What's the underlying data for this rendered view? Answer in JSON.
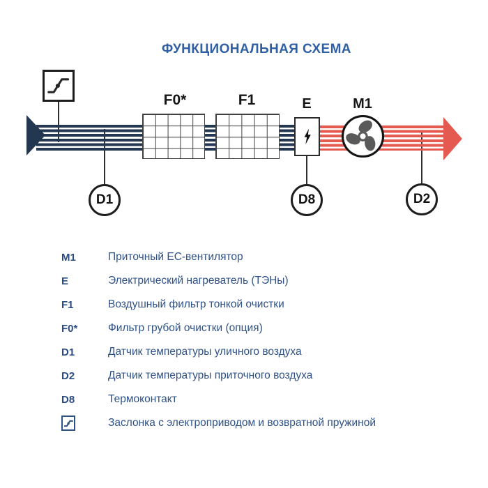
{
  "title": "ФУНКЦИОНАЛЬНАЯ СХЕМА",
  "colors": {
    "intake_stream": "#233750",
    "supply_stream": "#e45a50",
    "title_blue": "#2f5fa5",
    "legend_text": "#2e5188"
  },
  "diagram": {
    "f0_label": "F0*",
    "f1_label": "F1",
    "heater_label": "E",
    "fan_label": "M1",
    "d1_label": "D1",
    "d8_label": "D8",
    "d2_label": "D2",
    "icons": {
      "damper": "damper-with-actuator-icon",
      "fan": "fan-impeller-icon",
      "heater": "lightning-bolt-icon"
    }
  },
  "legend": {
    "items": [
      {
        "key": "M1",
        "text": "Приточный EC-вентилятор"
      },
      {
        "key": "E",
        "text": "Электрический нагреватель (ТЭНы)"
      },
      {
        "key": "F1",
        "text": "Воздушный фильтр тонкой очистки"
      },
      {
        "key": "F0*",
        "text": "Фильтр грубой очистки (опция)"
      },
      {
        "key": "D1",
        "text": "Датчик температуры уличного воздуха"
      },
      {
        "key": "D2",
        "text": "Датчик температуры приточного воздуха"
      },
      {
        "key": "D8",
        "text": "Термоконтакт"
      },
      {
        "key": "damper-icon",
        "text": "Заслонка с электроприводом и возвратной пружиной"
      }
    ]
  }
}
